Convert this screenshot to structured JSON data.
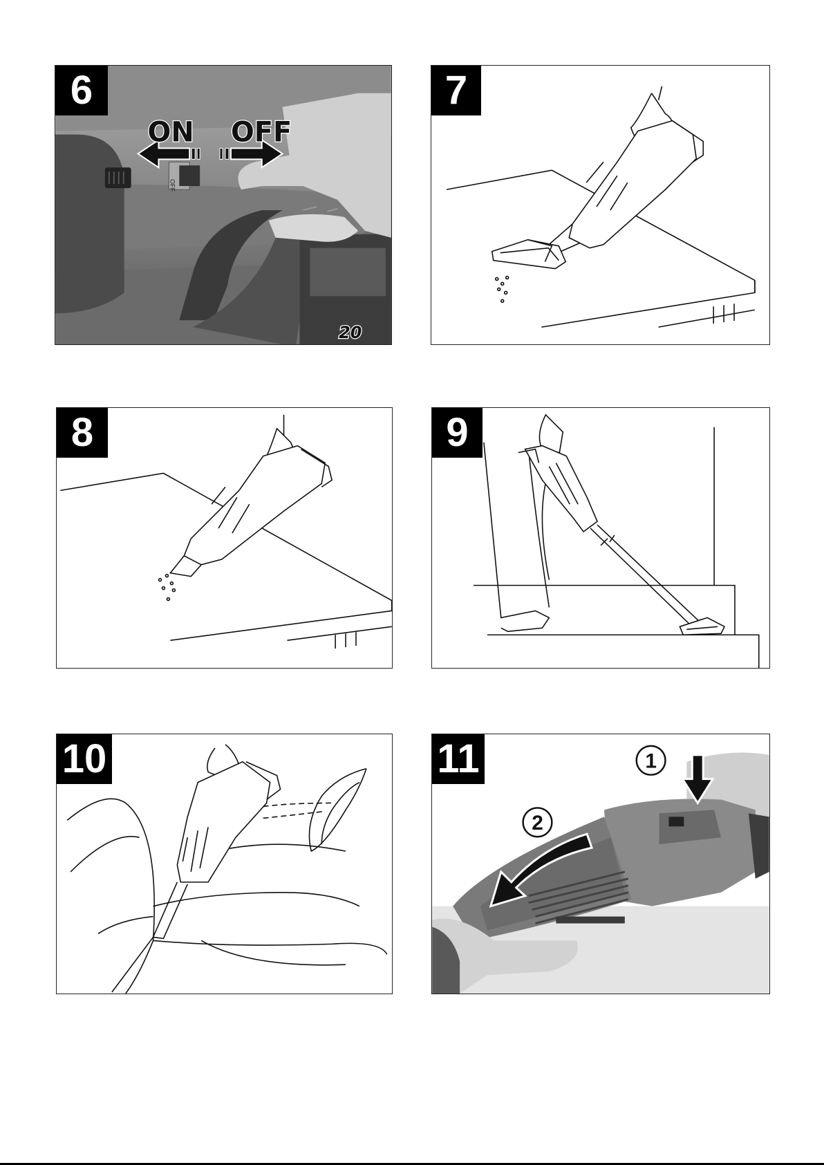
{
  "panels": [
    {
      "number": "6",
      "labels": {
        "on": "ON",
        "off": "OFF",
        "switch": "OFF",
        "battery": "20"
      }
    },
    {
      "number": "7"
    },
    {
      "number": "8"
    },
    {
      "number": "9"
    },
    {
      "number": "10"
    },
    {
      "number": "11",
      "callouts": {
        "step1": "1",
        "step2": "2"
      }
    }
  ]
}
